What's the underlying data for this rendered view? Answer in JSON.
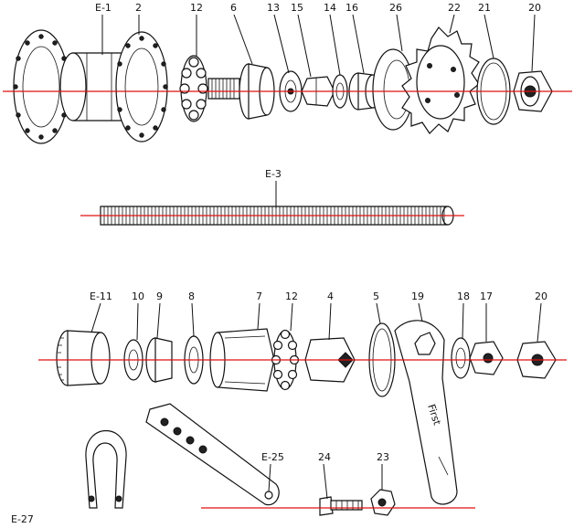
{
  "colors": {
    "axis": "#e01010",
    "ink": "#111111"
  },
  "labels": {
    "e1": "E-1",
    "p2": "2",
    "p12a": "12",
    "p6": "6",
    "p13": "13",
    "p15": "15",
    "p14": "14",
    "p16": "16",
    "p26": "26",
    "p22": "22",
    "p21": "21",
    "p20a": "20",
    "e3": "E-3",
    "e11": "E-11",
    "p10": "10",
    "p9": "9",
    "p8": "8",
    "p7": "7",
    "p12b": "12",
    "p4": "4",
    "p5": "5",
    "p19": "19",
    "p18": "18",
    "p17": "17",
    "p20b": "20",
    "e25": "E-25",
    "p24": "24",
    "p23": "23",
    "e27": "E-27"
  },
  "arm_text": "First"
}
